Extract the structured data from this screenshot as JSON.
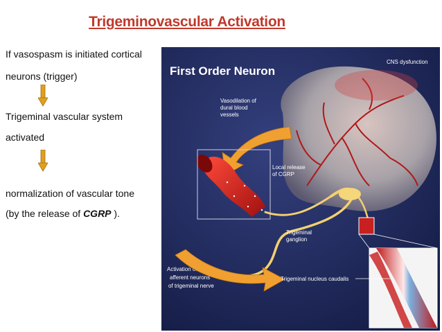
{
  "title": "Trigeminovascular Activation",
  "steps": {
    "line1": "If vasospasm is initiated cortical",
    "line2": "neurons (trigger)",
    "line3": "Trigeminal vascular system",
    "line4": "activated",
    "line5": "normalization  of  vascular tone",
    "line6_pre": " (by the release of ",
    "line6_bold": "CGRP",
    "line6_post": " )."
  },
  "figure": {
    "heading": "First Order Neuron",
    "cns": "CNS dysfunction",
    "vaso_1": "Vasodilation of",
    "vaso_2": "dural blood",
    "vaso_3": "vessels",
    "local_1": "Local release",
    "local_2": "of CGRP",
    "gang_1": "Trigeminal",
    "gang_2": "ganglion",
    "act_1": "Activation of primary",
    "act_2": "afferent neurons",
    "act_3": "of trigeminal nerve",
    "nucleus": "Trigeminal nucleus caudalis"
  },
  "colors": {
    "title": "#c0392b",
    "arrow": "#e0a020",
    "figure_bg": "#24306a"
  }
}
